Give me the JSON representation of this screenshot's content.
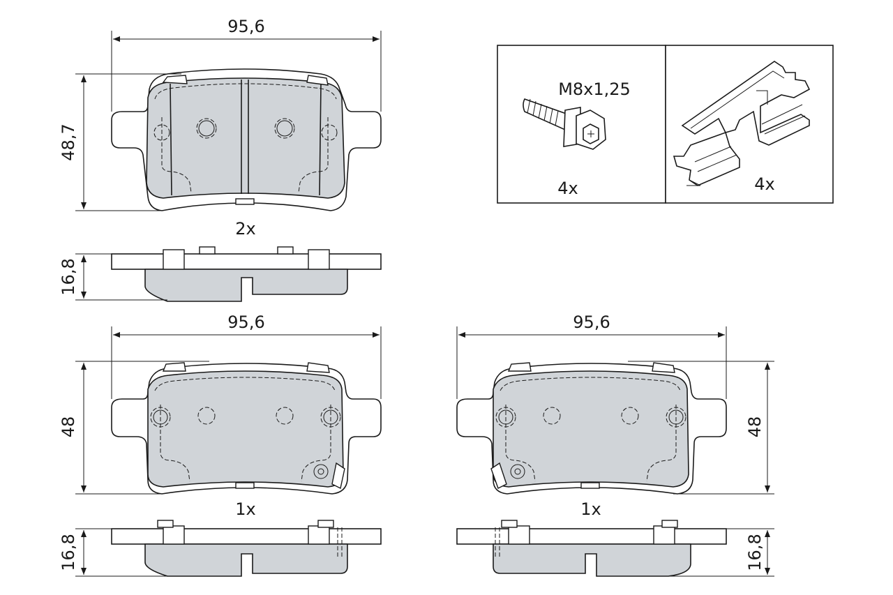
{
  "dimensions": {
    "top_width": "95,6",
    "top_height": "48,7",
    "top_thickness": "16,8",
    "bottom_left_width": "95,6",
    "bottom_left_height": "48",
    "bottom_left_thickness": "16,8",
    "bottom_right_width": "95,6",
    "bottom_right_height": "48",
    "bottom_right_thickness": "16,8"
  },
  "quantities": {
    "top_pad": "2x",
    "bottom_left_pad": "1x",
    "bottom_right_pad": "1x",
    "bolt": "4x",
    "clip": "4x"
  },
  "accessories": {
    "bolt_spec": "M8x1,25"
  },
  "colors": {
    "friction_material": "#d0d4d8",
    "line": "#1a1a1a"
  }
}
